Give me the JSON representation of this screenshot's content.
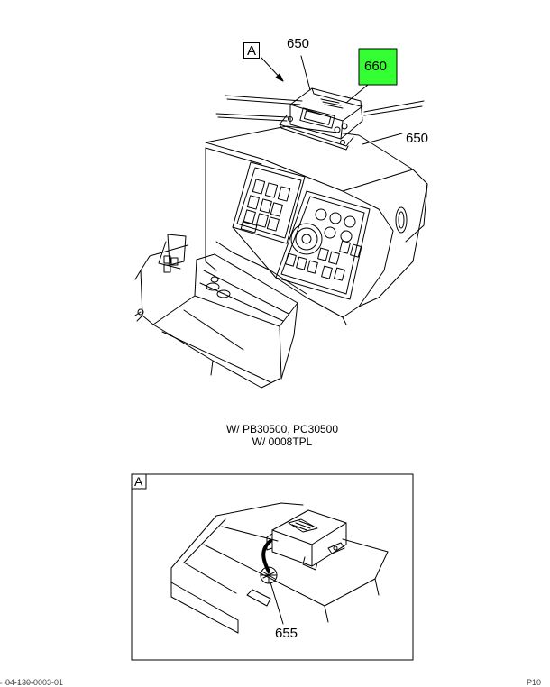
{
  "view_label": "A",
  "callouts": {
    "part_650_top": "650",
    "part_650_right": "650",
    "part_660": "660",
    "part_655": "655"
  },
  "highlight_color": "#33ff33",
  "caption": {
    "line1": "W/ PB30500, PC30500",
    "line2": "W/ 0008TPL"
  },
  "detail": {
    "label": "A"
  },
  "footer": {
    "left": "04-130-0003-01",
    "right": "P10"
  }
}
